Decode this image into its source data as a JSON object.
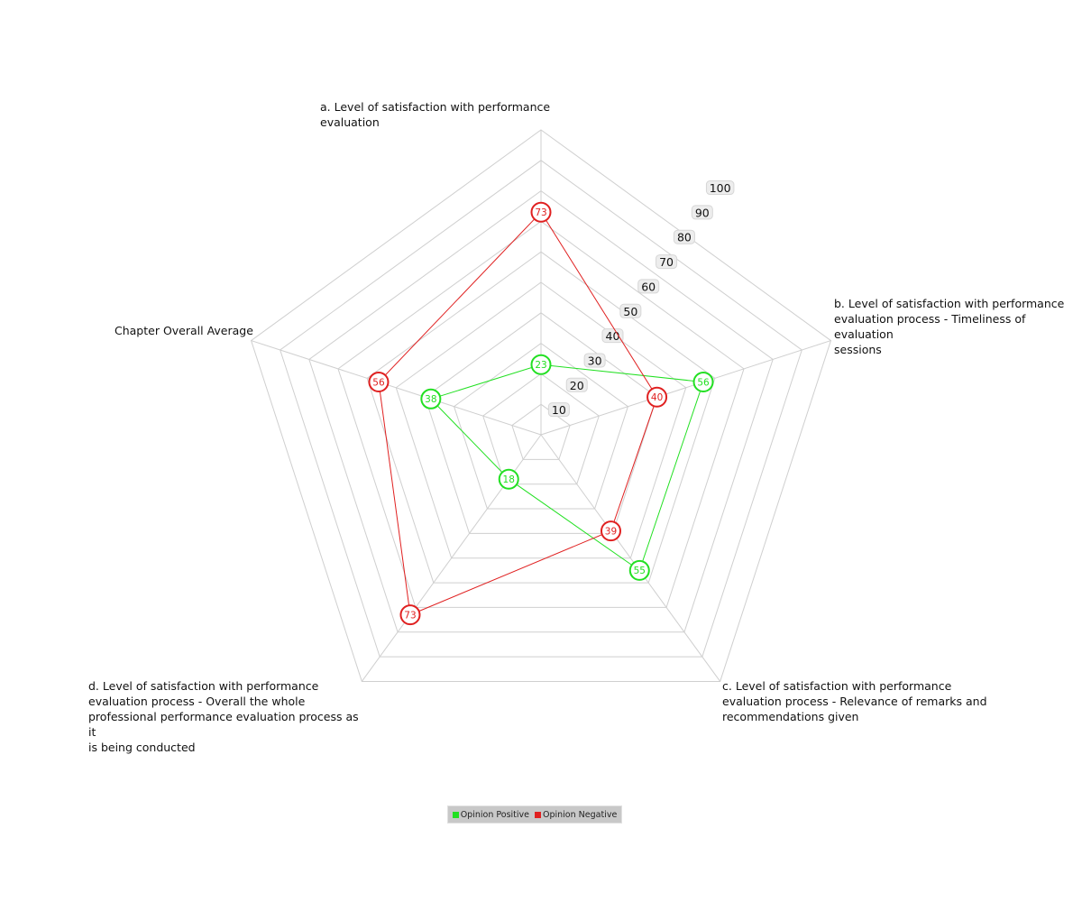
{
  "chart_data": {
    "type": "radar",
    "axes": [
      "a. Level of satisfaction with performance evaluation",
      "b. Level of satisfaction with performance evaluation process - Timeliness of evaluation sessions",
      "c. Level of satisfaction with performance evaluation process - Relevance of remarks and recommendations given",
      "d. Level of satisfaction with performance evaluation process - Overall the whole professional performance evaluation process as it is being conducted",
      "Chapter Overall Average"
    ],
    "axis_label_lines": [
      [
        "a. Level of satisfaction with performance",
        "evaluation"
      ],
      [
        "b. Level of satisfaction with performance",
        "evaluation process - Timeliness of evaluation",
        "sessions"
      ],
      [
        "c. Level of satisfaction with performance",
        "evaluation process - Relevance of remarks and",
        "recommendations given"
      ],
      [
        "d. Level of satisfaction with performance",
        "evaluation process - Overall the whole",
        "professional performance evaluation process as it",
        "is being conducted"
      ],
      [
        "Chapter Overall Average"
      ]
    ],
    "rlim": [
      0,
      100
    ],
    "ticks": [
      10,
      20,
      30,
      40,
      50,
      60,
      70,
      80,
      90,
      100
    ],
    "grid": true,
    "legend_position": "bottom",
    "series": [
      {
        "name": "Opinion Positive",
        "color": "#22e022",
        "values": [
          23,
          56,
          55,
          18,
          38
        ]
      },
      {
        "name": "Opinion Negative",
        "color": "#e02020",
        "values": [
          73,
          40,
          39,
          73,
          56
        ]
      }
    ]
  }
}
